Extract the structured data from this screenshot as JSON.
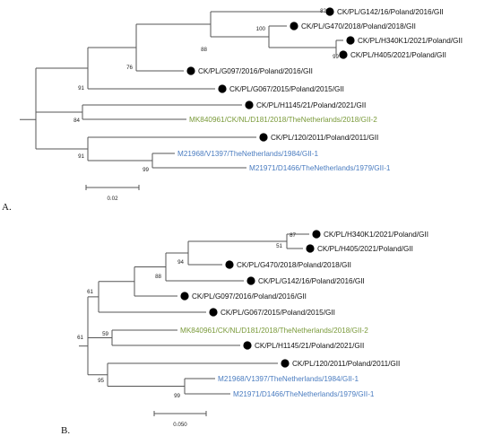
{
  "panels": [
    {
      "id": "A",
      "label": "A.",
      "scale_label": "0.02",
      "taxa": [
        {
          "key": "a1",
          "text": "CK/PL/G142/16/Poland/2016/GII",
          "marker": true,
          "color": "#111111"
        },
        {
          "key": "a2",
          "text": "CK/PL/G470/2018/Poland/2018/GII",
          "marker": true,
          "color": "#111111"
        },
        {
          "key": "a3",
          "text": "CK/PL/H340K1/2021/Poland/GII",
          "marker": true,
          "color": "#111111"
        },
        {
          "key": "a4",
          "text": "CK/PL/H405/2021/Poland/GII",
          "marker": true,
          "color": "#111111"
        },
        {
          "key": "a5",
          "text": "CK/PL/G097/2016/Poland/2016/GII",
          "marker": true,
          "color": "#111111"
        },
        {
          "key": "a6",
          "text": "CK/PL/G067/2015/Poland/2015/GII",
          "marker": true,
          "color": "#111111"
        },
        {
          "key": "a7",
          "text": "CK/PL/H1145/21/Poland/2021/GII",
          "marker": true,
          "color": "#111111"
        },
        {
          "key": "a8",
          "text": "MK840961/CK/NL/D181/2018/TheNetherlands/2018/GII-2",
          "marker": false,
          "color": "#7a9a3a"
        },
        {
          "key": "a9",
          "text": "CK/PL/120/2011/Poland/2011/GII",
          "marker": true,
          "color": "#111111"
        },
        {
          "key": "a10",
          "text": "M21968/V1397/TheNetherlands/1984/GII-1",
          "marker": false,
          "color": "#4a7cc0"
        },
        {
          "key": "a11",
          "text": "M21971/D1466/TheNetherlands/1979/GII-1",
          "marker": false,
          "color": "#4a7cc0"
        }
      ],
      "bootstrap": [
        "82",
        "100",
        "99",
        "88",
        "76",
        "91",
        "84",
        "91",
        "99"
      ]
    },
    {
      "id": "B",
      "label": "B.",
      "scale_label": "0.050",
      "taxa": [
        {
          "key": "b1",
          "text": "CK/PL/H340K1/2021/Poland/GII",
          "marker": true,
          "color": "#111111"
        },
        {
          "key": "b2",
          "text": "CK/PL/H405/2021/Poland/GII",
          "marker": true,
          "color": "#111111"
        },
        {
          "key": "b3",
          "text": "CK/PL/G470/2018/Poland/2018/GII",
          "marker": true,
          "color": "#111111"
        },
        {
          "key": "b4",
          "text": "CK/PL/G142/16/Poland/2016/GII",
          "marker": true,
          "color": "#111111"
        },
        {
          "key": "b5",
          "text": "CK/PL/G097/2016/Poland/2016/GII",
          "marker": true,
          "color": "#111111"
        },
        {
          "key": "b6",
          "text": "CK/PL/G067/2015/Poland/2015/GII",
          "marker": true,
          "color": "#111111"
        },
        {
          "key": "b7",
          "text": "MK840961/CK/NL/D181/2018/TheNetherlands/2018/GII-2",
          "marker": false,
          "color": "#7a9a3a"
        },
        {
          "key": "b8",
          "text": "CK/PL/H1145/21/Poland/2021/GII",
          "marker": true,
          "color": "#111111"
        },
        {
          "key": "b9",
          "text": "CK/PL/120/2011/Poland/2011/GII",
          "marker": true,
          "color": "#111111"
        },
        {
          "key": "b10",
          "text": "M21968/V1397/TheNetherlands/1984/GII-1",
          "marker": false,
          "color": "#4a7cc0"
        },
        {
          "key": "b11",
          "text": "M21971/D1466/TheNetherlands/1979/GII-1",
          "marker": false,
          "color": "#4a7cc0"
        }
      ],
      "bootstrap": [
        "87",
        "51",
        "94",
        "88",
        "61",
        "59",
        "61",
        "95",
        "99"
      ]
    }
  ]
}
